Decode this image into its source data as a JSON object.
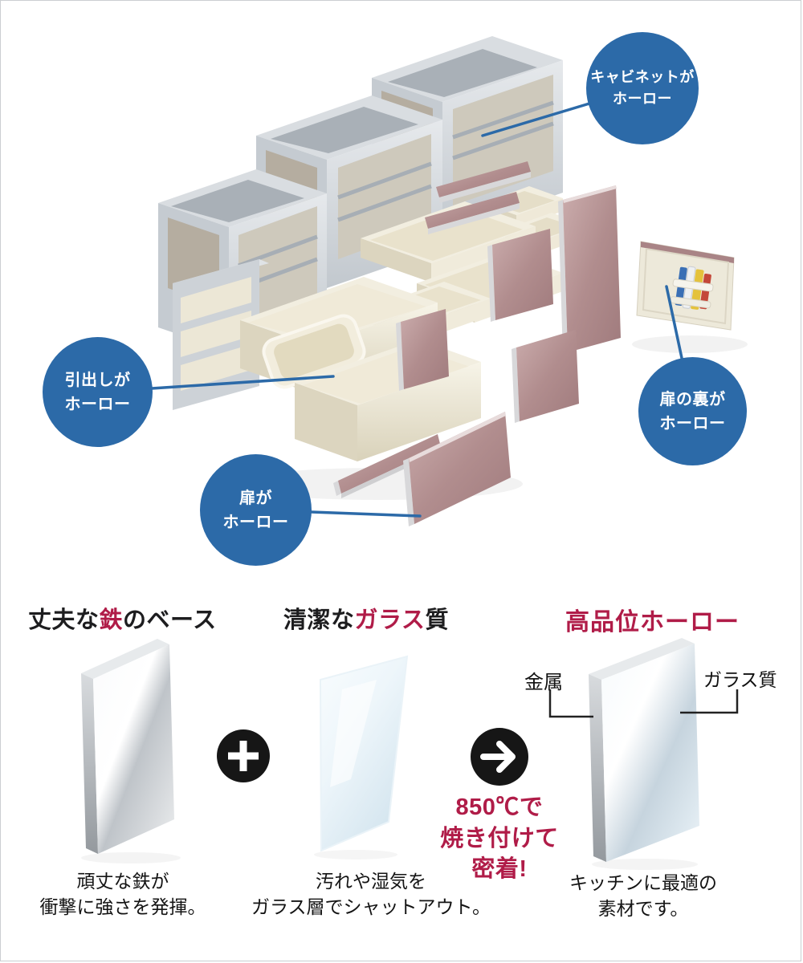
{
  "colors": {
    "accent_blue": "#2c6aa8",
    "accent_red": "#b01c48",
    "text_black": "#1d1d1f",
    "door_panel_mauve": "#b18d8e",
    "drawer_cream": "#f0ebdb",
    "cabinet_gray": "#cfd4d9"
  },
  "callouts": [
    {
      "line1": "キャビネットが",
      "line2": "ホーロー"
    },
    {
      "line1": "引出しが",
      "line2": "ホーロー"
    },
    {
      "line1": "扉の裏が",
      "line2": "ホーロー"
    },
    {
      "line1": "扉が",
      "line2": "ホーロー"
    }
  ],
  "steps": [
    {
      "heading_pre": "丈夫な",
      "heading_em": "鉄",
      "heading_post": "のベース",
      "caption_line1": "頑丈な鉄が",
      "caption_line2": "衝撃に強さを発揮。"
    },
    {
      "heading_pre": "清潔な",
      "heading_em": "ガラス",
      "heading_post": "質",
      "caption_line1": "汚れや湿気を",
      "caption_line2": "ガラス層でシャットアウト。"
    },
    {
      "heading_pre": "",
      "heading_em": "高品位ホーロー",
      "heading_post": "",
      "caption_line1": "キッチンに最適の",
      "caption_line2": "素材です。",
      "label_left": "金属",
      "label_right": "ガラス質"
    }
  ],
  "bake_note": {
    "line1": "850℃で",
    "line2": "焼き付けて",
    "line3": "密着!"
  },
  "icons": {
    "plus": "+",
    "arrow_right": "→"
  }
}
